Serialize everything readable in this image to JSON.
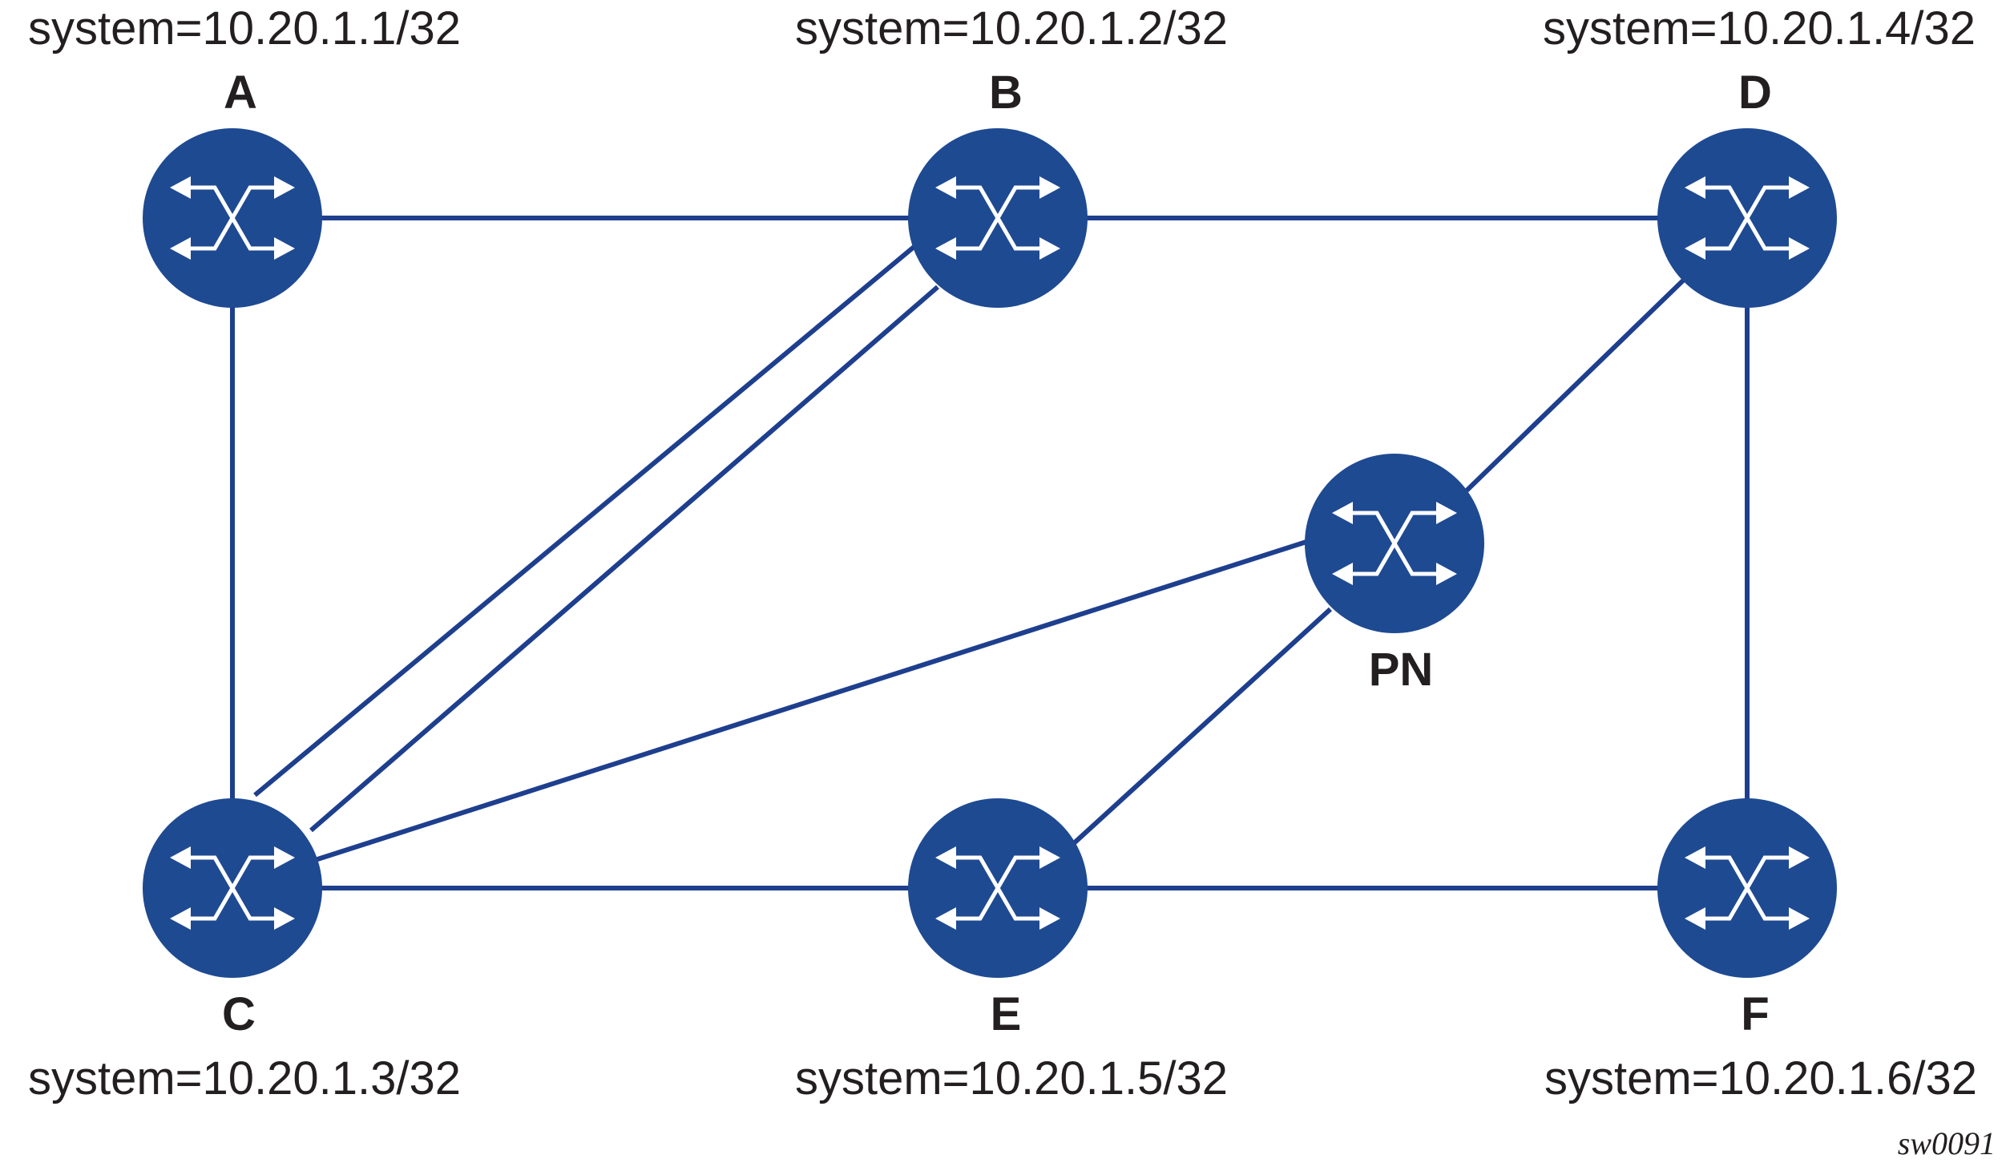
{
  "colors": {
    "router": "#1e4a92",
    "link": "#1e3f8e",
    "text": "#231f20"
  },
  "nodes": {
    "A": {
      "name": "A",
      "system": "system=10.20.1.1/32",
      "icon": "router-icon"
    },
    "B": {
      "name": "B",
      "system": "system=10.20.1.2/32",
      "icon": "router-icon"
    },
    "D": {
      "name": "D",
      "system": "system=10.20.1.4/32",
      "icon": "router-icon"
    },
    "PN": {
      "name": "PN",
      "icon": "router-icon"
    },
    "C": {
      "name": "C",
      "system": "system=10.20.1.3/32",
      "icon": "router-icon"
    },
    "E": {
      "name": "E",
      "system": "system=10.20.1.5/32",
      "icon": "router-icon"
    },
    "F": {
      "name": "F",
      "system": "system=10.20.1.6/32",
      "icon": "router-icon"
    }
  },
  "links": [
    [
      "A",
      "B"
    ],
    [
      "B",
      "D"
    ],
    [
      "A",
      "C"
    ],
    [
      "D",
      "F"
    ],
    [
      "C",
      "E"
    ],
    [
      "E",
      "F"
    ],
    [
      "C",
      "B"
    ],
    [
      "C",
      "B"
    ],
    [
      "C",
      "PN"
    ],
    [
      "PN",
      "D"
    ],
    [
      "PN",
      "E"
    ]
  ],
  "figure_id": "sw0091"
}
